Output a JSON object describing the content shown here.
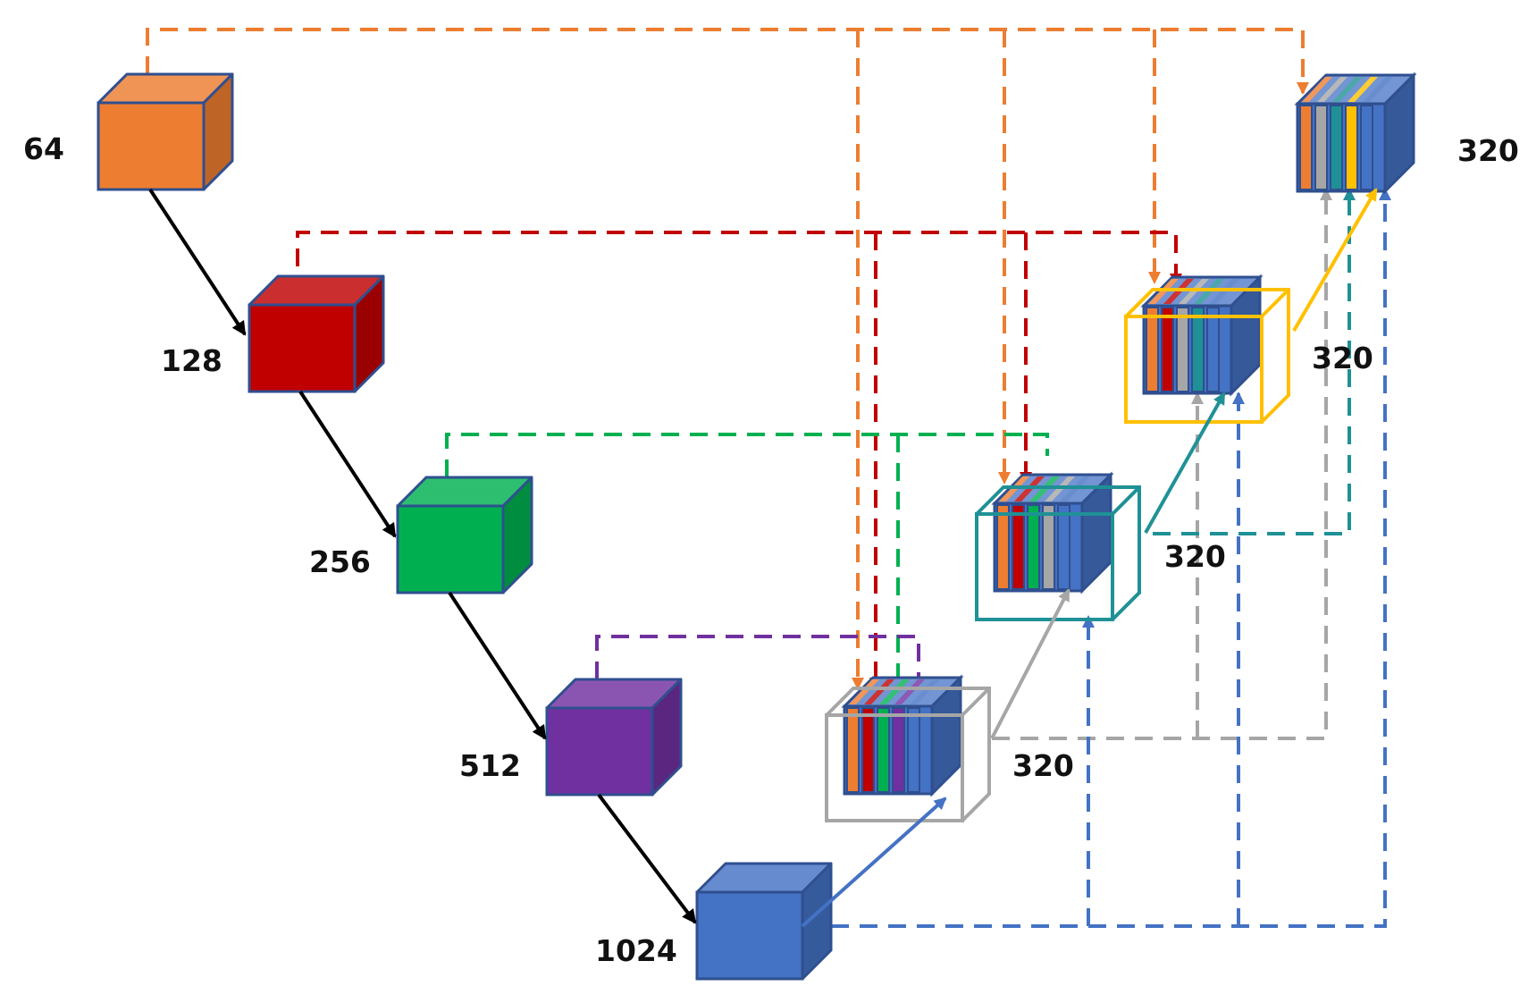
{
  "colors": {
    "orange": "#ED7D31",
    "red": "#C00000",
    "green": "#00B050",
    "purple": "#7030A0",
    "blue": "#4472C4",
    "gray": "#A6A6A6",
    "teal": "#1F9196",
    "yellow": "#FFC000",
    "edge": "#2F4F8F",
    "arrow": "#000000"
  },
  "encoder": [
    {
      "label": "64",
      "color": "orange"
    },
    {
      "label": "128",
      "color": "red"
    },
    {
      "label": "256",
      "color": "green"
    },
    {
      "label": "512",
      "color": "purple"
    },
    {
      "label": "1024",
      "color": "blue"
    }
  ],
  "decoder": [
    {
      "label": "320",
      "frame": "gray",
      "stripes": [
        "orange",
        "red",
        "green",
        "purple",
        "blue"
      ]
    },
    {
      "label": "320",
      "frame": "teal",
      "stripes": [
        "orange",
        "red",
        "green",
        "gray",
        "blue"
      ]
    },
    {
      "label": "320",
      "frame": "yellow",
      "stripes": [
        "orange",
        "red",
        "gray",
        "teal",
        "blue"
      ]
    },
    {
      "label": "320",
      "frame": null,
      "stripes": [
        "orange",
        "gray",
        "teal",
        "yellow",
        "blue"
      ]
    }
  ]
}
